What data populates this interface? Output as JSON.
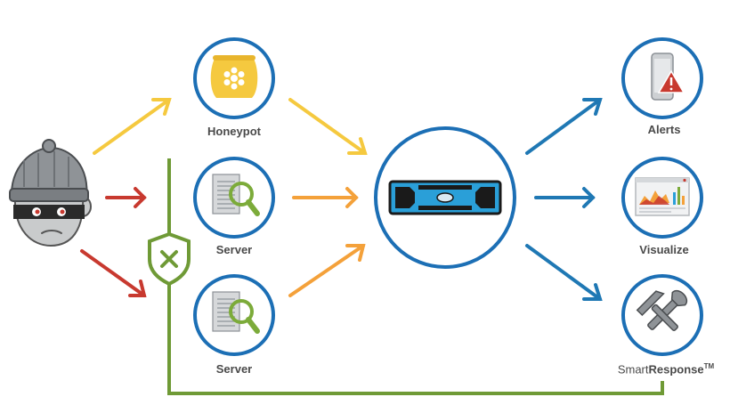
{
  "nodes": {
    "honeypot": {
      "label": "Honeypot"
    },
    "server_top": {
      "label": "Server"
    },
    "server_bottom": {
      "label": "Server"
    },
    "alerts": {
      "label": "Alerts"
    },
    "visualize": {
      "label": "Visualize"
    },
    "smart_response": {
      "label_light": "Smart",
      "label_bold": "Response",
      "trademark": "TM"
    }
  },
  "colors": {
    "yellow_arrow": "#f5c93f",
    "red_arrow": "#c8392f",
    "orange_arrow": "#f4a13a",
    "blue_arrow": "#1f78b4",
    "green_line": "#6f9a36",
    "circle_border": "#1c6fb5",
    "label_text": "#4a4a4a"
  },
  "icons": {
    "attacker": "burglar-icon",
    "honeypot": "honeypot-icon",
    "server": "server-inspect-icon",
    "appliance": "rack-appliance-icon",
    "alerts": "phone-alert-icon",
    "visualize": "dashboard-chart-icon",
    "smart_response": "tools-icon",
    "shield": "shield-block-icon"
  }
}
